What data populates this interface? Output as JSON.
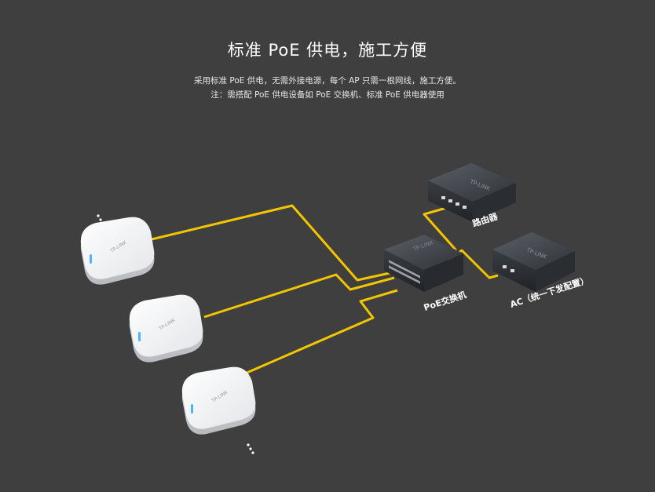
{
  "header": {
    "title": "标准 PoE 供电，施工方便",
    "line1": "采用标准 PoE 供电，无需外接电源，每个 AP 只需一根网线，施工方便。",
    "line2": "注：需搭配 PoE 供电设备如 PoE 交换机、标准 PoE 供电器使用"
  },
  "devices": {
    "router_label": "路由器",
    "switch_label": "PoE交换机",
    "ac_label": "AC（统一下发配置）",
    "brand": "TP-LINK"
  },
  "colors": {
    "background": "#3f3f3f",
    "cable": "#f2c500"
  }
}
